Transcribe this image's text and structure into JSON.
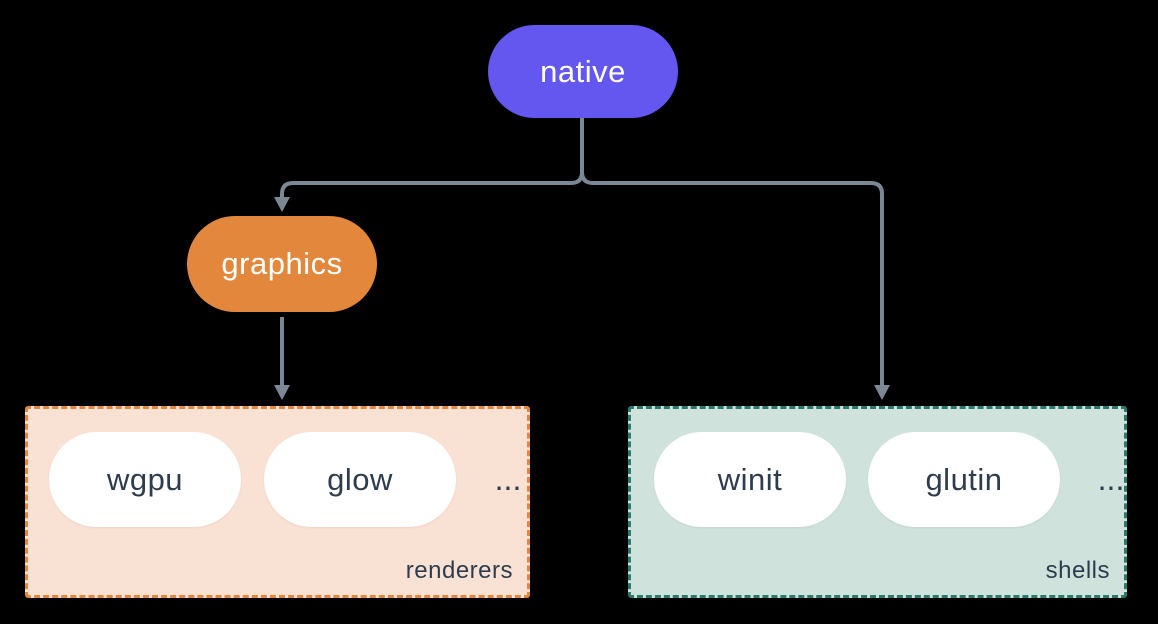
{
  "diagram": {
    "nodes": {
      "native": {
        "label": "native",
        "bg": "#6357f0",
        "text_color": "#ffffff"
      },
      "graphics": {
        "label": "graphics",
        "bg": "#e2873c",
        "text_color": "#ffffff"
      }
    },
    "groups": [
      {
        "name": "renderers",
        "label": "renderers",
        "bg": "#f9e2d4",
        "border_color": "#e2873c",
        "items": [
          "wgpu",
          "glow"
        ],
        "ellipsis": "...",
        "item_bg": "#ffffff",
        "item_text_color": "#2e3d4d"
      },
      {
        "name": "shells",
        "label": "shells",
        "bg": "#d0e2dc",
        "border_color": "#2b7a6e",
        "items": [
          "winit",
          "glutin"
        ],
        "ellipsis": "...",
        "item_bg": "#ffffff",
        "item_text_color": "#2e3d4d"
      }
    ],
    "edges": [
      {
        "from": "native",
        "to": "graphics"
      },
      {
        "from": "native",
        "to": "shells"
      },
      {
        "from": "graphics",
        "to": "renderers"
      }
    ],
    "colors": {
      "background": "#000000",
      "connector": "#7b8795",
      "label_text": "#2e3d4d"
    }
  }
}
